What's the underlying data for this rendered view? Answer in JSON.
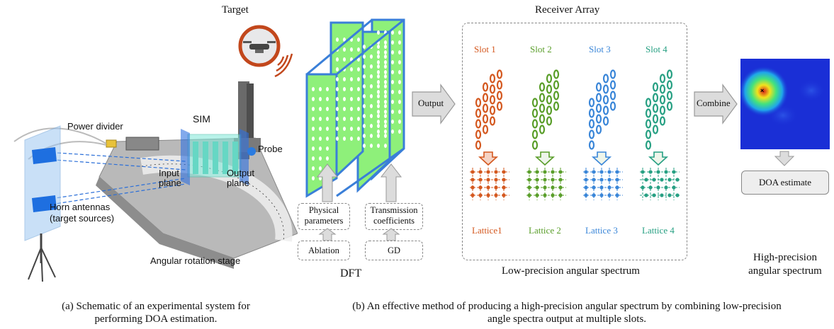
{
  "panel_a": {
    "target_label": "Target",
    "labels": {
      "power_divider": "Power divider",
      "sim": "SIM",
      "probe": "Probe",
      "input_plane": "Input\nplane",
      "output_plane": "Output\nplane",
      "horn_antennas": "Horn antennas\n(target sources)",
      "rotation_stage": "Angular rotation stage"
    },
    "caption": "(a) Schematic of an experimental system for\nperforming DOA estimation."
  },
  "panel_b": {
    "dft_label": "DFT",
    "output_arrow_label": "Output",
    "physical_parameters": "Physical\nparameters",
    "transmission_coefficients": "Transmission\ncoefficients",
    "ablation": "Ablation",
    "gd": "GD",
    "receiver_array_title": "Receiver Array",
    "slots": [
      {
        "name": "Slot 1",
        "lattice": "Lattice1",
        "color": "#d4581f"
      },
      {
        "name": "Slot 2",
        "lattice": "Lattice 2",
        "color": "#5a9e2a"
      },
      {
        "name": "Slot 3",
        "lattice": "Lattice 3",
        "color": "#3a86d8"
      },
      {
        "name": "Slot 4",
        "lattice": "Lattice 4",
        "color": "#27a083"
      }
    ],
    "low_precision_label": "Low-precision angular spectrum",
    "combine_label": "Combine",
    "doa_estimate": "DOA estimate",
    "high_precision_label": "High-precision\nangular spectrum",
    "caption": "(b) An effective method of producing a high-precision angular spectrum by combining low-precision\nangle spectra output at multiple slots."
  },
  "colors": {
    "metasurface_fill": "#8ef07a",
    "metasurface_border": "#3a7fd8",
    "heatmap_bg": "#1a2fd6"
  }
}
